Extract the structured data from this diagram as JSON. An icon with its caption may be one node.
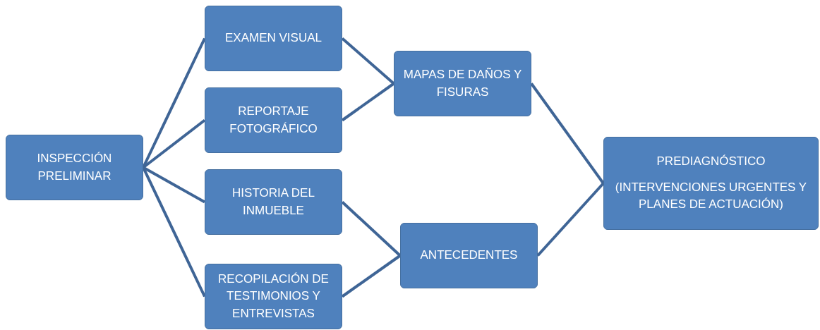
{
  "diagram": {
    "nodes": [
      {
        "text": [
          "INSPECCIÓN PRELIMINAR"
        ]
      },
      {
        "text": [
          "EXAMEN VISUAL"
        ]
      },
      {
        "text": [
          "REPORTAJE FOTOGRÁFICO"
        ]
      },
      {
        "text": [
          "HISTORIA DEL INMUEBLE"
        ]
      },
      {
        "text": [
          "RECOPILACIÓN DE TESTIMONIOS Y ENTREVISTAS"
        ]
      },
      {
        "text": [
          "MAPAS DE DAÑOS Y FISURAS"
        ]
      },
      {
        "text": [
          "ANTECEDENTES"
        ]
      },
      {
        "text": [
          "PREDIAGNÓSTICO",
          "(INTERVENCIONES URGENTES Y PLANES DE ACTUACIÓN)"
        ]
      }
    ],
    "edges": [
      {
        "from": 0,
        "to": 1,
        "arrow": "none"
      },
      {
        "from": 0,
        "to": 2,
        "arrow": "none"
      },
      {
        "from": 0,
        "to": 3,
        "arrow": "none"
      },
      {
        "from": 0,
        "to": 4,
        "arrow": "none"
      },
      {
        "from": 1,
        "to": 5,
        "arrow": "none"
      },
      {
        "from": 2,
        "to": 5,
        "arrow": "none"
      },
      {
        "from": 3,
        "to": 6,
        "arrow": "none"
      },
      {
        "from": 4,
        "to": 6,
        "arrow": "none"
      },
      {
        "from": 5,
        "to": 7,
        "arrow": "none"
      },
      {
        "from": 6,
        "to": 7,
        "arrow": "none"
      }
    ]
  }
}
